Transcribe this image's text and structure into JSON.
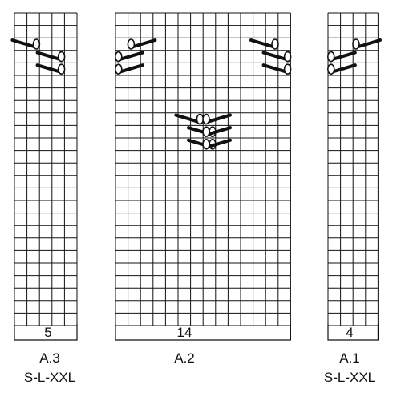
{
  "charts": [
    {
      "id": "a3",
      "name": "A.3",
      "sizes": "S-L-XXL",
      "stitch_count": "5",
      "columns": 5,
      "rows": 25,
      "symbols": [
        {
          "row": 2,
          "col": 1,
          "dir": "left"
        },
        {
          "row": 3,
          "col": 3,
          "dir": "left"
        },
        {
          "row": 4,
          "col": 3,
          "dir": "left"
        }
      ]
    },
    {
      "id": "a2",
      "name": "A.2",
      "sizes": "",
      "stitch_count": "14",
      "columns": 14,
      "rows": 25,
      "symbols": [
        {
          "row": 2,
          "col": 1,
          "dir": "right"
        },
        {
          "row": 3,
          "col": 0,
          "dir": "right"
        },
        {
          "row": 4,
          "col": 0,
          "dir": "right"
        },
        {
          "row": 2,
          "col": 12,
          "dir": "left"
        },
        {
          "row": 3,
          "col": 13,
          "dir": "left"
        },
        {
          "row": 4,
          "col": 13,
          "dir": "left"
        },
        {
          "row": 8,
          "col": 6,
          "dir": "left"
        },
        {
          "row": 8,
          "col": 7,
          "dir": "right"
        },
        {
          "row": 9,
          "col": 7,
          "dir": "left"
        },
        {
          "row": 9,
          "col": 7,
          "dir": "right"
        },
        {
          "row": 10,
          "col": 7,
          "dir": "left"
        },
        {
          "row": 10,
          "col": 7,
          "dir": "right"
        }
      ]
    },
    {
      "id": "a1",
      "name": "A.1",
      "sizes": "S-L-XXL",
      "stitch_count": "4",
      "columns": 4,
      "rows": 25,
      "symbols": [
        {
          "row": 2,
          "col": 2,
          "dir": "right"
        },
        {
          "row": 3,
          "col": 0,
          "dir": "right"
        },
        {
          "row": 4,
          "col": 0,
          "dir": "right"
        }
      ]
    }
  ]
}
